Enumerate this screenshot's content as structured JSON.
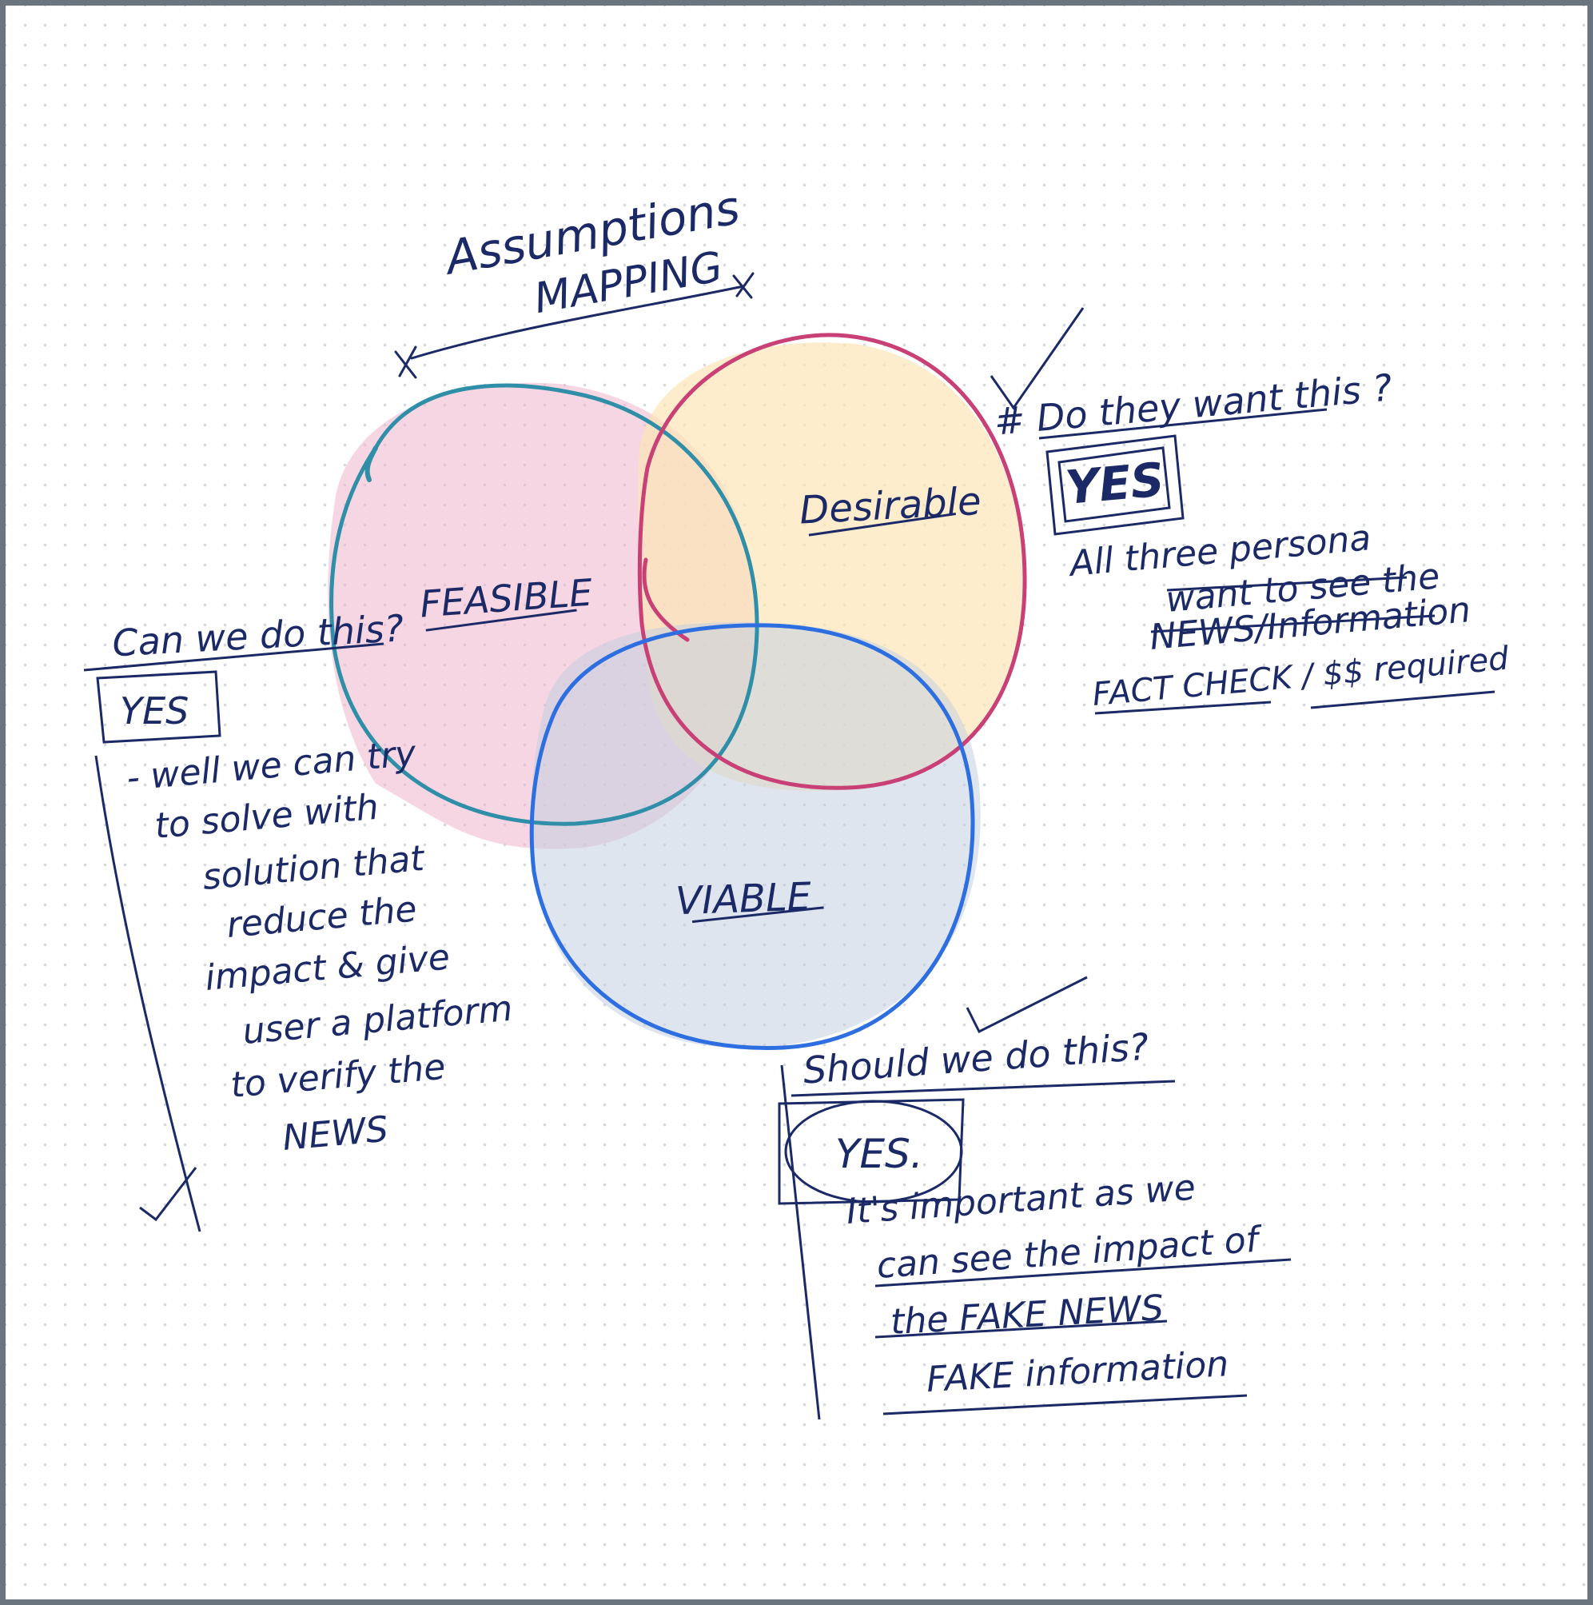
{
  "title": {
    "line1": "Assumptions",
    "line2": "MAPPING"
  },
  "circles": {
    "feasible": "FEASIBLE",
    "desirable": "Desirable",
    "viable": "VIABLE"
  },
  "colors": {
    "ink": "#1b2a66",
    "feasible_stroke": "#2f8ea8",
    "feasible_fill": "#eeb5cb",
    "desirable_stroke": "#c84075",
    "desirable_fill": "#fde6b8",
    "viable_stroke": "#2d6fe0",
    "viable_fill": "#c5d0e0",
    "frame": "#6b7580"
  },
  "feasible_note": {
    "question": "Can we do this?",
    "answer": "YES",
    "lines": [
      "- well we can try",
      "to solve with",
      "solution that",
      "reduce the",
      "impact & give",
      "user a platform",
      "to verify the",
      "NEWS"
    ]
  },
  "desirable_note": {
    "question": "# Do they want this ?",
    "answer": "YES",
    "lines": [
      "All three persona",
      "want to see the",
      "NEWS/Information",
      "FACT CHECK / $$ required"
    ]
  },
  "viable_note": {
    "question": "Should we do this?",
    "answer": "YES.",
    "lines": [
      "It's important as we",
      "can see the impact of",
      "the FAKE NEWS",
      "FAKE information"
    ]
  }
}
